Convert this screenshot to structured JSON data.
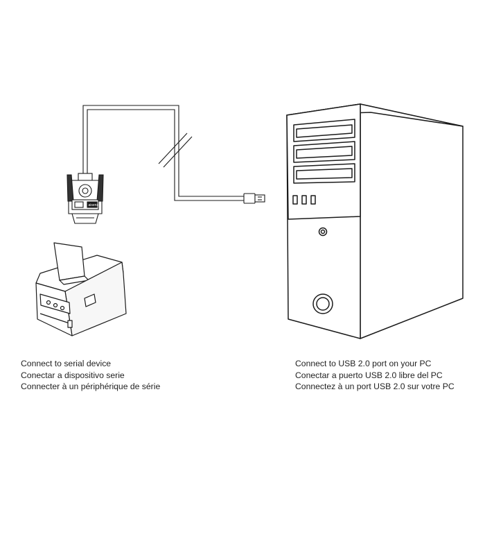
{
  "left_caption": {
    "en": "Connect to serial device",
    "es": "Conectar a dispositivo serie",
    "fr": "Connecter à un périphérique de série"
  },
  "right_caption": {
    "en": "Connect to USB 2.0 port on your PC",
    "es": "Conectar a puerto USB 2.0 libre del PC",
    "fr": "Connectez à un port USB 2.0 sur votre PC"
  },
  "adapter_brand": "aisens",
  "colors": {
    "line": "#1a1a1a",
    "background": "#ffffff"
  },
  "icons": [
    "serial-db9-connector-icon",
    "usb-plug-icon",
    "receipt-printer-icon",
    "pc-tower-icon"
  ]
}
